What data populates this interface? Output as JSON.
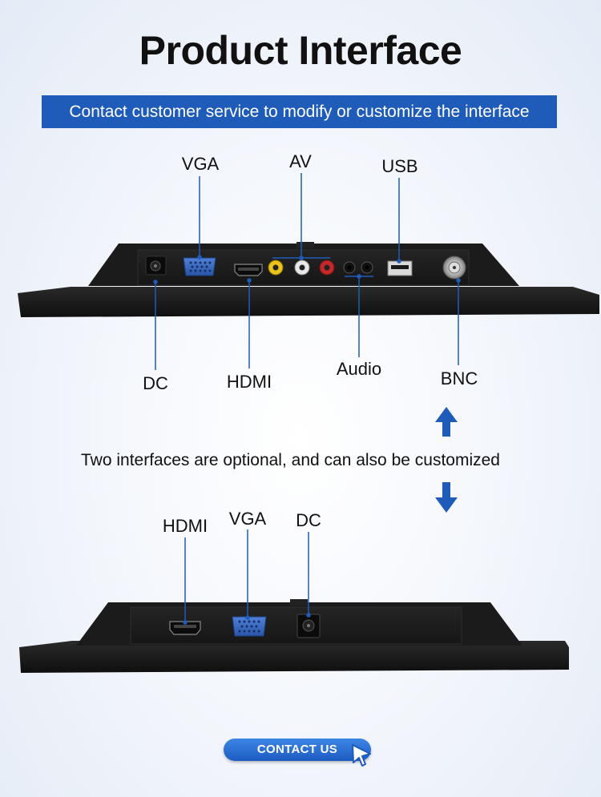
{
  "header": {
    "title": "Product Interface",
    "banner": "Contact customer service to modify or customize the interface"
  },
  "top_monitor": {
    "labels_top": {
      "vga": "VGA",
      "av": "AV",
      "usb": "USB"
    },
    "labels_bottom": {
      "dc": "DC",
      "hdmi": "HDMI",
      "audio": "Audio",
      "bnc": "BNC"
    }
  },
  "middle": {
    "note": "Two interfaces are optional, and can also be customized",
    "arrow_up_icon": "arrow-up-icon",
    "arrow_down_icon": "arrow-down-icon"
  },
  "bottom_monitor": {
    "labels_top": {
      "hdmi": "HDMI",
      "vga": "VGA",
      "dc": "DC"
    }
  },
  "footer": {
    "contact_label": "CONTACT US",
    "cursor_icon": "mouse-pointer-icon"
  },
  "colors": {
    "accent": "#1f5bb8",
    "arrow": "#1f5bb8",
    "device": "#1c1c1c"
  }
}
